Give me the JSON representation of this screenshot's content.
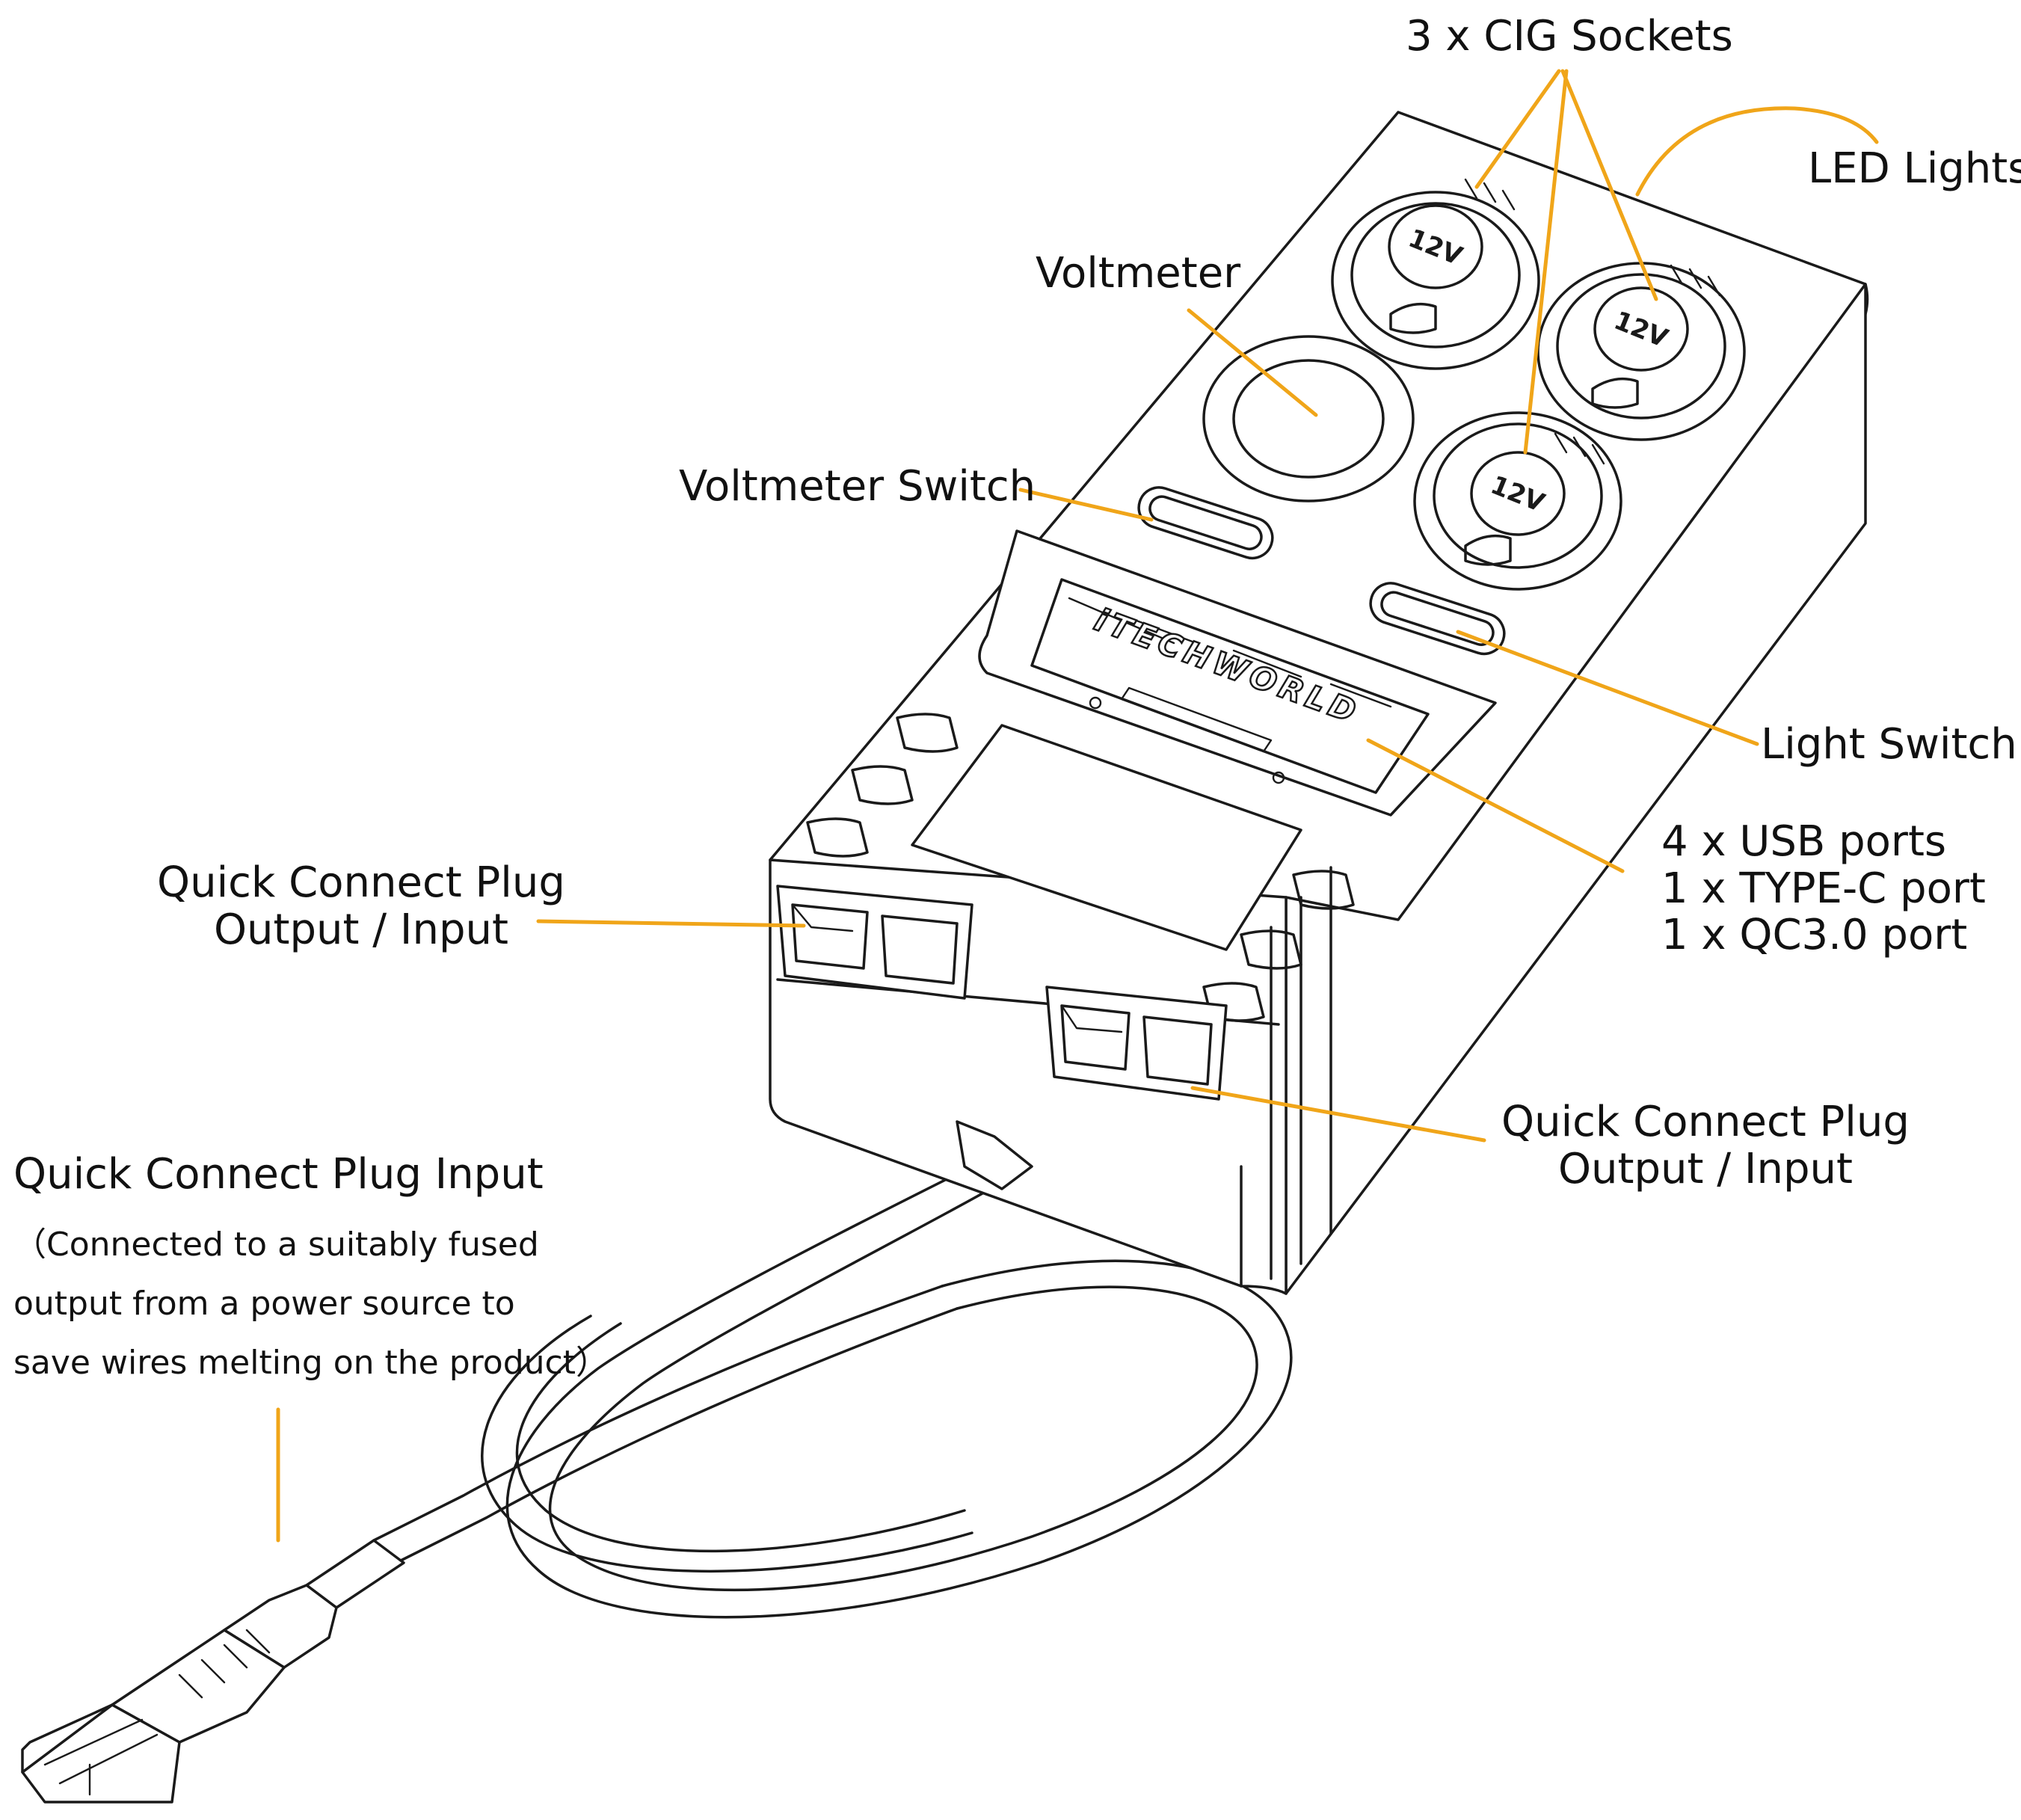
{
  "labels": {
    "cig_sockets": "3  x  CIG Sockets",
    "led_lights": "LED Lights",
    "voltmeter": "Voltmeter",
    "voltmeter_switch": "Voltmeter Switch",
    "light_switch": "Light Switch",
    "usb_ports": [
      "4 x USB ports",
      "1 x TYPE-C port",
      "1 x QC3.0 port"
    ],
    "qc_left": [
      "Quick Connect Plug",
      "Output / Input"
    ],
    "qc_right": [
      "Quick Connect Plug",
      "Output / Input"
    ],
    "qc_input_title": "Quick Connect Plug Input",
    "qc_input_note": [
      "（Connected to a suitably fused",
      "output from a power source to",
      "save wires melting  on the product）"
    ]
  },
  "device": {
    "socket_label": "12V",
    "brand": "iTECHWORLD"
  },
  "colors": {
    "callout": "#f0a519",
    "outline": "#1a1a1a",
    "background": "#ffffff"
  }
}
